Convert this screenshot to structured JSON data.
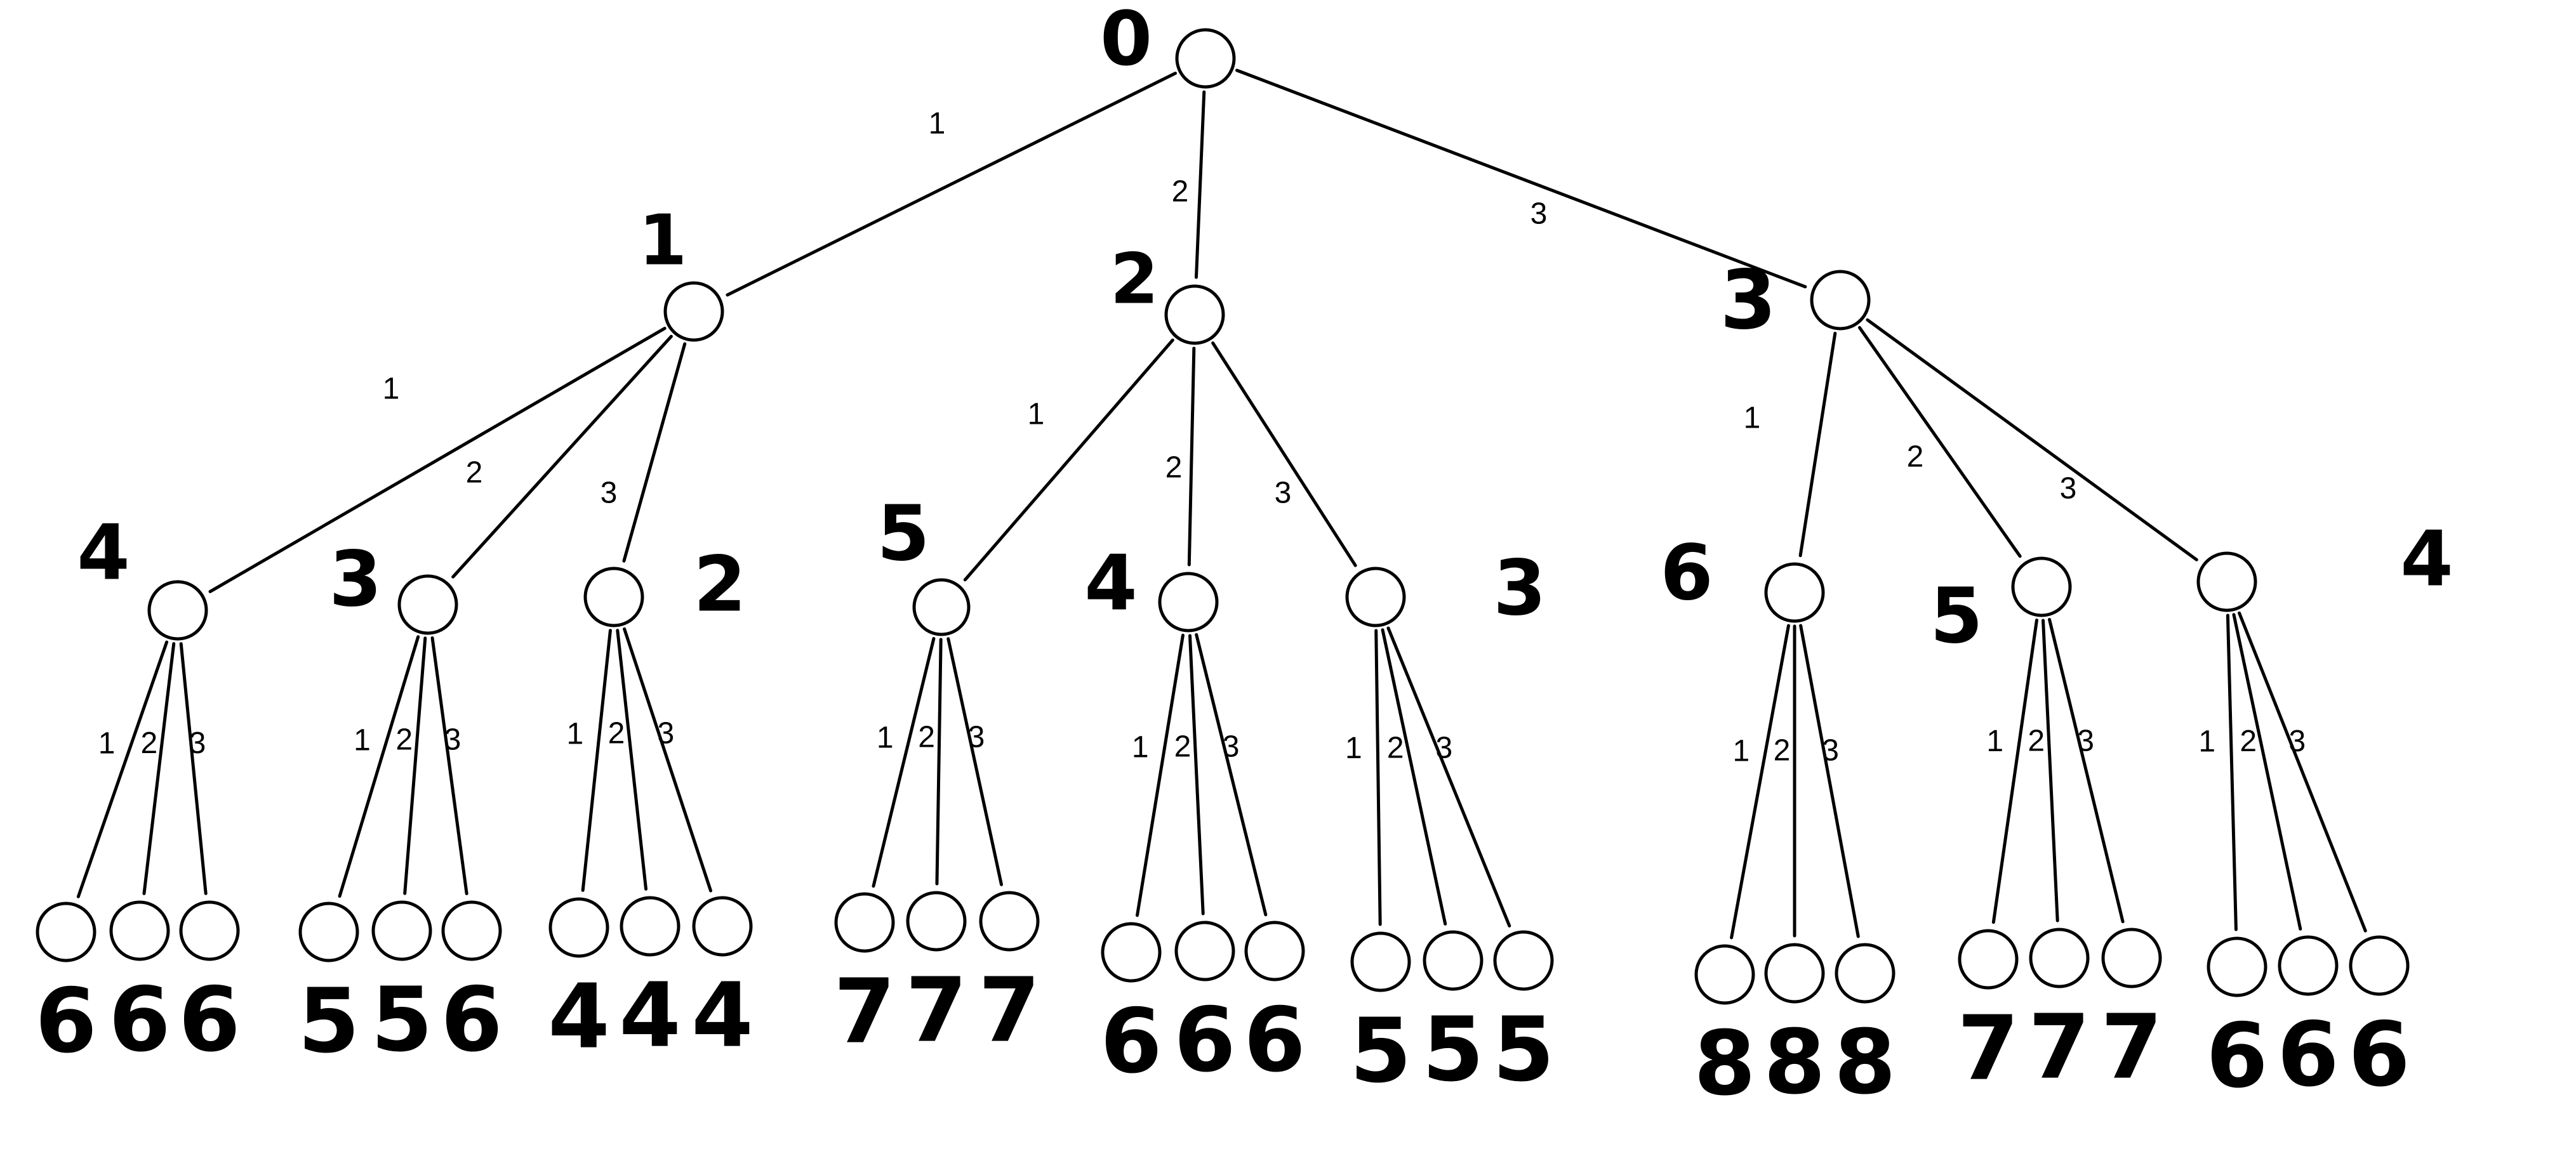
{
  "tree": {
    "root": {
      "value": "0"
    },
    "level1": [
      {
        "value": "1",
        "edge": "1"
      },
      {
        "value": "2",
        "edge": "2"
      },
      {
        "value": "3",
        "edge": "3"
      }
    ],
    "level2": [
      {
        "value": "4",
        "edge": "1"
      },
      {
        "value": "3",
        "edge": "2"
      },
      {
        "value": "2",
        "edge": "3"
      },
      {
        "value": "5",
        "edge": "1"
      },
      {
        "value": "4",
        "edge": "2"
      },
      {
        "value": "3",
        "edge": "3"
      },
      {
        "value": "6",
        "edge": "1"
      },
      {
        "value": "5",
        "edge": "2"
      },
      {
        "value": "4",
        "edge": "3"
      }
    ],
    "leaves": [
      {
        "value": "6",
        "edge": "1"
      },
      {
        "value": "6",
        "edge": "2"
      },
      {
        "value": "6",
        "edge": "3"
      },
      {
        "value": "5",
        "edge": "1"
      },
      {
        "value": "5",
        "edge": "2"
      },
      {
        "value": "6",
        "edge": "3"
      },
      {
        "value": "4",
        "edge": "1"
      },
      {
        "value": "4",
        "edge": "2"
      },
      {
        "value": "4",
        "edge": "3"
      },
      {
        "value": "7",
        "edge": "1"
      },
      {
        "value": "7",
        "edge": "2"
      },
      {
        "value": "7",
        "edge": "3"
      },
      {
        "value": "6",
        "edge": "1"
      },
      {
        "value": "6",
        "edge": "2"
      },
      {
        "value": "6",
        "edge": "3"
      },
      {
        "value": "5",
        "edge": "1"
      },
      {
        "value": "5",
        "edge": "2"
      },
      {
        "value": "5",
        "edge": "3"
      },
      {
        "value": "8",
        "edge": "1"
      },
      {
        "value": "8",
        "edge": "2"
      },
      {
        "value": "8",
        "edge": "3"
      },
      {
        "value": "7",
        "edge": "1"
      },
      {
        "value": "7",
        "edge": "2"
      },
      {
        "value": "7",
        "edge": "3"
      },
      {
        "value": "6",
        "edge": "1"
      },
      {
        "value": "6",
        "edge": "2"
      },
      {
        "value": "6",
        "edge": "3"
      }
    ]
  }
}
